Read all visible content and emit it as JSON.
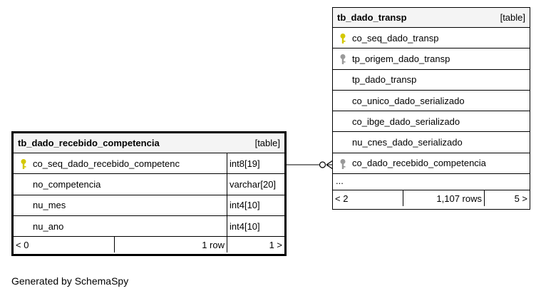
{
  "table_parent": {
    "name": "tb_dado_transp",
    "kind": "[table]",
    "columns": [
      {
        "name": "co_seq_dado_transp",
        "key": "primary"
      },
      {
        "name": "tp_origem_dado_transp",
        "key": "foreign"
      },
      {
        "name": "tp_dado_transp",
        "key": "none"
      },
      {
        "name": "co_unico_dado_serializado",
        "key": "none"
      },
      {
        "name": "co_ibge_dado_serializado",
        "key": "none"
      },
      {
        "name": "nu_cnes_dado_serializado",
        "key": "none"
      },
      {
        "name": "co_dado_recebido_competencia",
        "key": "foreign"
      }
    ],
    "ellipsis": "...",
    "footer": {
      "left": "< 2",
      "rows": "1,107 rows",
      "right": "5 >"
    }
  },
  "table_child": {
    "name": "tb_dado_recebido_competencia",
    "kind": "[table]",
    "columns": [
      {
        "name": "co_seq_dado_recebido_competenc",
        "type": "int8[19]",
        "key": "primary"
      },
      {
        "name": "no_competencia",
        "type": "varchar[20]",
        "key": "none"
      },
      {
        "name": "nu_mes",
        "type": "int4[10]",
        "key": "none"
      },
      {
        "name": "nu_ano",
        "type": "int4[10]",
        "key": "none"
      }
    ],
    "footer": {
      "left": "< 0",
      "rows": "1 row",
      "right": "1 >"
    }
  },
  "colors": {
    "primary_key": "#d4c800",
    "foreign_key": "#9a9a9a",
    "header_bg": "#f4f4f4"
  },
  "generated_by": "Generated by SchemaSpy"
}
